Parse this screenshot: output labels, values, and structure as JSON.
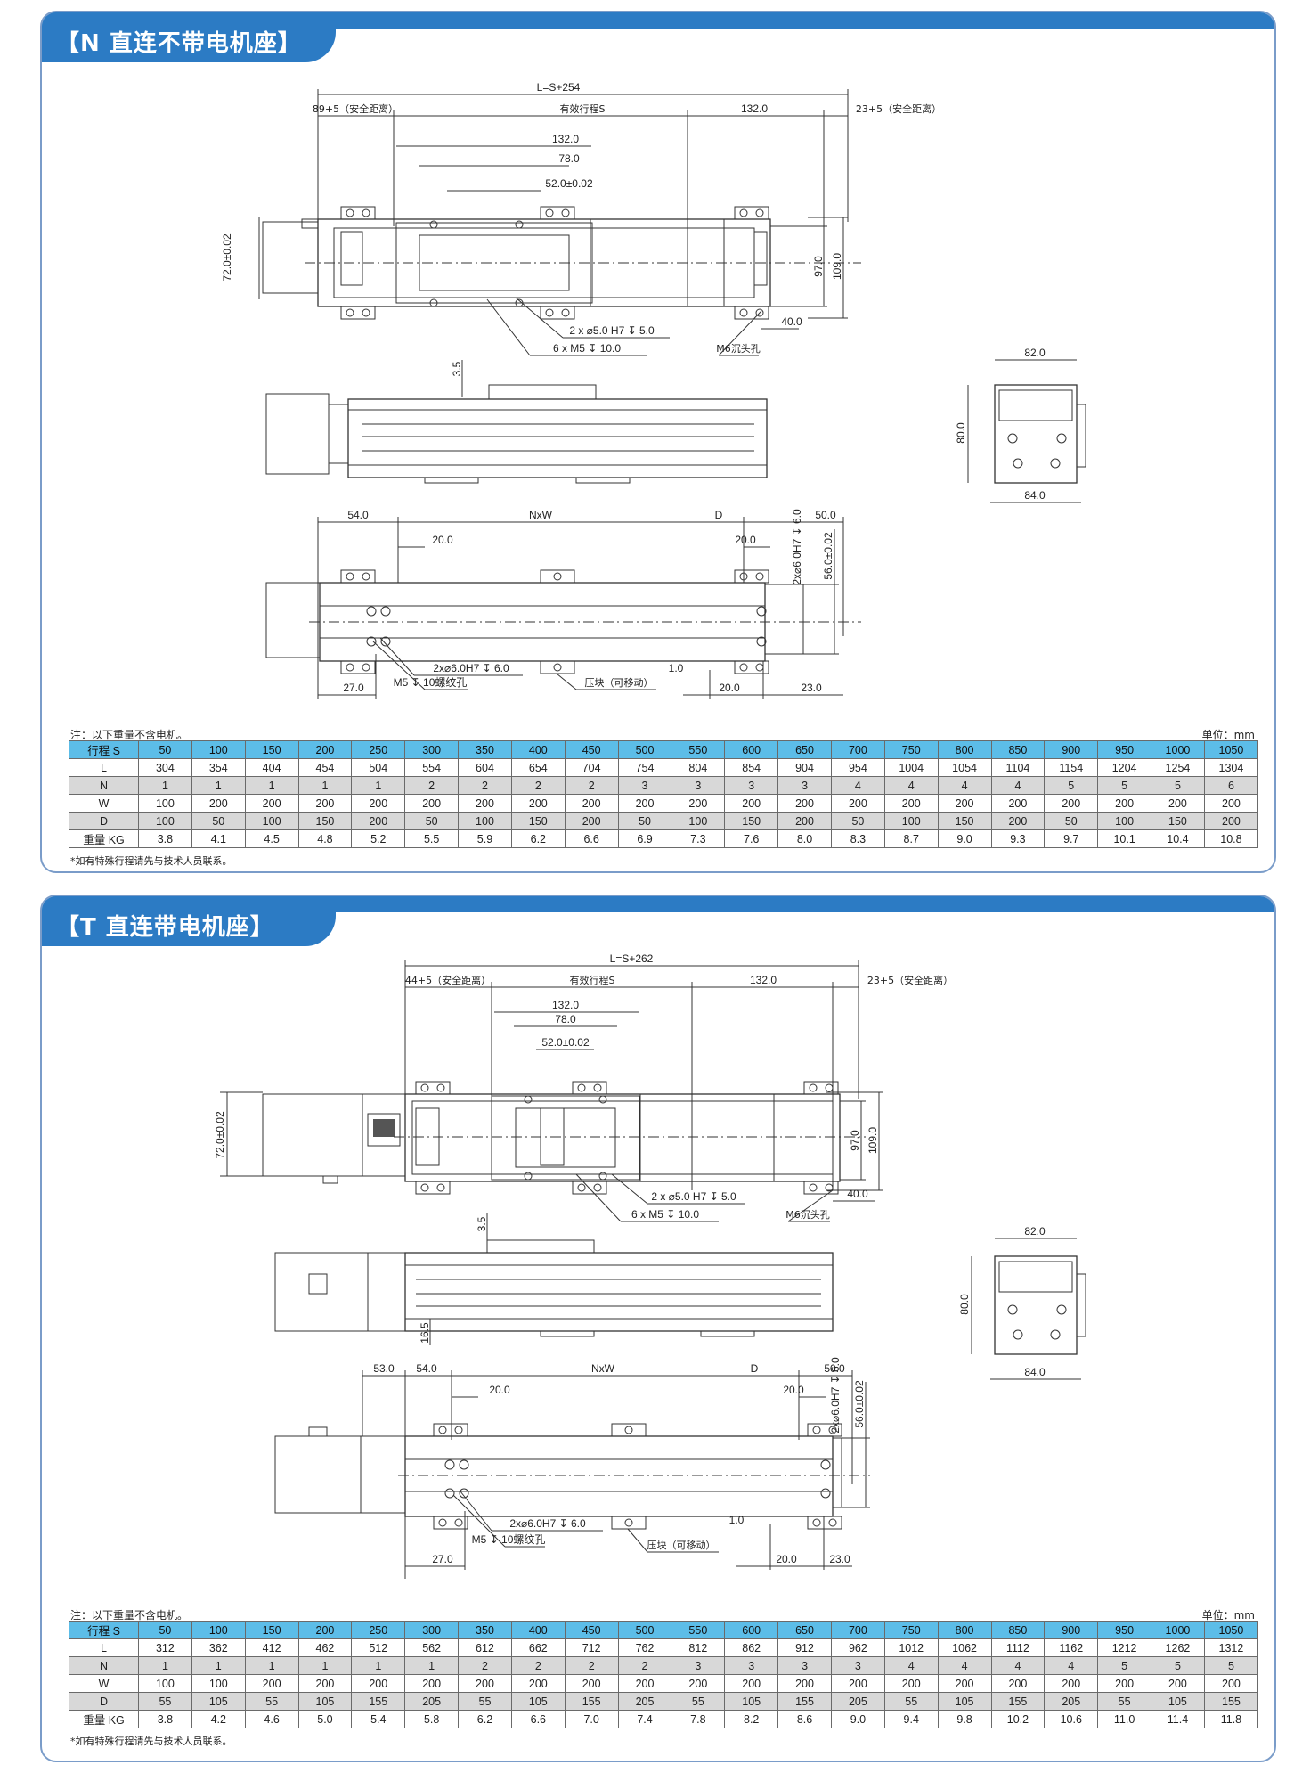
{
  "sections": [
    {
      "title": "【N 直连不带电机座】",
      "dims": {
        "total_length": "L=S+254",
        "safety_left": "89+5（安全距离）",
        "stroke": "有效行程S",
        "carriage_len": "132.0",
        "safety_right": "23+5（安全距离）",
        "c132": "132.0",
        "c78": "78.0",
        "c52": "52.0±0.02",
        "h72": "72.0±0.02",
        "h97": "97.0",
        "h109": "109.0",
        "hole_pin": "2 x ⌀5.0 H7 ↧ 5.0",
        "hole_m5": "6 x  M5 ↧ 10.0",
        "m6": "M6沉头孔",
        "d40": "40.0",
        "d35": "3.5",
        "w82": "82.0",
        "h80": "80.0",
        "w84": "84.0",
        "b54": "54.0",
        "b_nxw": "NxW",
        "b_d": "D",
        "b50": "50.0",
        "b20a": "20.0",
        "b20b": "20.0",
        "b_pin": "2x⌀6.0H7 ↧ 6.0",
        "b56": "56.0±0.02",
        "b_pin2": "2x⌀6.0H7 ↧ 6.0",
        "b_m5": "M5 ↧ 10螺纹孔",
        "b_block": "压块（可移动）",
        "b27": "27.0",
        "b10": "1.0",
        "b20c": "20.0",
        "b23": "23.0"
      },
      "note": "注：以下重量不含电机。",
      "unit": "单位：mm",
      "footnote": "*如有特殊行程请先与技术人员联系。",
      "table": {
        "header_label": "行程 S",
        "strokes": [
          "50",
          "100",
          "150",
          "200",
          "250",
          "300",
          "350",
          "400",
          "450",
          "500",
          "550",
          "600",
          "650",
          "700",
          "750",
          "800",
          "850",
          "900",
          "950",
          "1000",
          "1050"
        ],
        "rows": [
          {
            "label": "L",
            "values": [
              "304",
              "354",
              "404",
              "454",
              "504",
              "554",
              "604",
              "654",
              "704",
              "754",
              "804",
              "854",
              "904",
              "954",
              "1004",
              "1054",
              "1104",
              "1154",
              "1204",
              "1254",
              "1304"
            ]
          },
          {
            "label": "N",
            "values": [
              "1",
              "1",
              "1",
              "1",
              "1",
              "2",
              "2",
              "2",
              "2",
              "3",
              "3",
              "3",
              "3",
              "4",
              "4",
              "4",
              "4",
              "5",
              "5",
              "5",
              "6"
            ]
          },
          {
            "label": "W",
            "values": [
              "100",
              "200",
              "200",
              "200",
              "200",
              "200",
              "200",
              "200",
              "200",
              "200",
              "200",
              "200",
              "200",
              "200",
              "200",
              "200",
              "200",
              "200",
              "200",
              "200",
              "200"
            ]
          },
          {
            "label": "D",
            "values": [
              "100",
              "50",
              "100",
              "150",
              "200",
              "50",
              "100",
              "150",
              "200",
              "50",
              "100",
              "150",
              "200",
              "50",
              "100",
              "150",
              "200",
              "50",
              "100",
              "150",
              "200"
            ]
          },
          {
            "label": "重量 KG",
            "values": [
              "3.8",
              "4.1",
              "4.5",
              "4.8",
              "5.2",
              "5.5",
              "5.9",
              "6.2",
              "6.6",
              "6.9",
              "7.3",
              "7.6",
              "8.0",
              "8.3",
              "8.7",
              "9.0",
              "9.3",
              "9.7",
              "10.1",
              "10.4",
              "10.8"
            ]
          }
        ]
      }
    },
    {
      "title": "【T 直连带电机座】",
      "dims": {
        "total_length": "L=S+262",
        "safety_left": "44+5（安全距离）",
        "stroke": "有效行程S",
        "carriage_len": "132.0",
        "safety_right": "23+5（安全距离）",
        "c132": "132.0",
        "c78": "78.0",
        "c52": "52.0±0.02",
        "h72": "72.0±0.02",
        "h97": "97.0",
        "h109": "109.0",
        "hole_pin": "2 x ⌀5.0 H7 ↧ 5.0",
        "hole_m5": "6 x  M5 ↧ 10.0",
        "m6": "M6沉头孔",
        "d40": "40.0",
        "d35": "3.5",
        "d165": "16.5",
        "w82": "82.0",
        "h80": "80.0",
        "w84": "84.0",
        "b53": "53.0",
        "b54": "54.0",
        "b_nxw": "NxW",
        "b_d": "D",
        "b50": "50.0",
        "b20a": "20.0",
        "b20b": "20.0",
        "b_pin": "2x⌀6.0H7 ↧ 6.0",
        "b56": "56.0±0.02",
        "b_pin2": "2x⌀6.0H7 ↧ 6.0",
        "b_m5": "M5 ↧ 10螺纹孔",
        "b_block": "压块（可移动）",
        "b27": "27.0",
        "b10": "1.0",
        "b20c": "20.0",
        "b23": "23.0"
      },
      "note": "注：以下重量不含电机。",
      "unit": "单位：mm",
      "footnote": "*如有特殊行程请先与技术人员联系。",
      "table": {
        "header_label": "行程 S",
        "strokes": [
          "50",
          "100",
          "150",
          "200",
          "250",
          "300",
          "350",
          "400",
          "450",
          "500",
          "550",
          "600",
          "650",
          "700",
          "750",
          "800",
          "850",
          "900",
          "950",
          "1000",
          "1050"
        ],
        "rows": [
          {
            "label": "L",
            "values": [
              "312",
              "362",
              "412",
              "462",
              "512",
              "562",
              "612",
              "662",
              "712",
              "762",
              "812",
              "862",
              "912",
              "962",
              "1012",
              "1062",
              "1112",
              "1162",
              "1212",
              "1262",
              "1312"
            ]
          },
          {
            "label": "N",
            "values": [
              "1",
              "1",
              "1",
              "1",
              "1",
              "1",
              "2",
              "2",
              "2",
              "2",
              "3",
              "3",
              "3",
              "3",
              "4",
              "4",
              "4",
              "4",
              "5",
              "5",
              "5"
            ]
          },
          {
            "label": "W",
            "values": [
              "100",
              "100",
              "200",
              "200",
              "200",
              "200",
              "200",
              "200",
              "200",
              "200",
              "200",
              "200",
              "200",
              "200",
              "200",
              "200",
              "200",
              "200",
              "200",
              "200",
              "200"
            ]
          },
          {
            "label": "D",
            "values": [
              "55",
              "105",
              "55",
              "105",
              "155",
              "205",
              "55",
              "105",
              "155",
              "205",
              "55",
              "105",
              "155",
              "205",
              "55",
              "105",
              "155",
              "205",
              "55",
              "105",
              "155"
            ]
          },
          {
            "label": "重量 KG",
            "values": [
              "3.8",
              "4.2",
              "4.6",
              "5.0",
              "5.4",
              "5.8",
              "6.2",
              "6.6",
              "7.0",
              "7.4",
              "7.8",
              "8.2",
              "8.6",
              "9.0",
              "9.4",
              "9.8",
              "10.2",
              "10.6",
              "11.0",
              "11.4",
              "11.8"
            ]
          }
        ]
      }
    }
  ]
}
